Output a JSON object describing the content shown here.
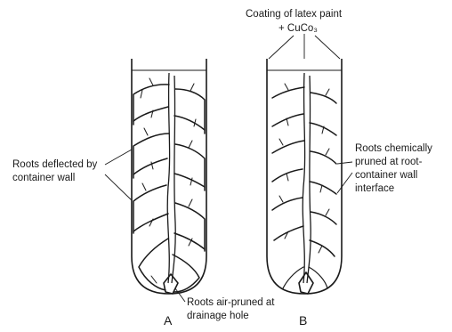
{
  "diagram": {
    "container_a": {
      "letter": "A",
      "label_wall": [
        "Roots deflected by",
        "container wall"
      ],
      "label_bottom": [
        "Roots air-pruned at",
        "drainage hole"
      ]
    },
    "container_b": {
      "letter": "B",
      "label_coating": [
        "Coating of latex paint",
        "+ CuCo₃"
      ],
      "label_pruned": [
        "Roots chemically",
        "pruned at root-",
        "container wall",
        "interface"
      ]
    }
  }
}
